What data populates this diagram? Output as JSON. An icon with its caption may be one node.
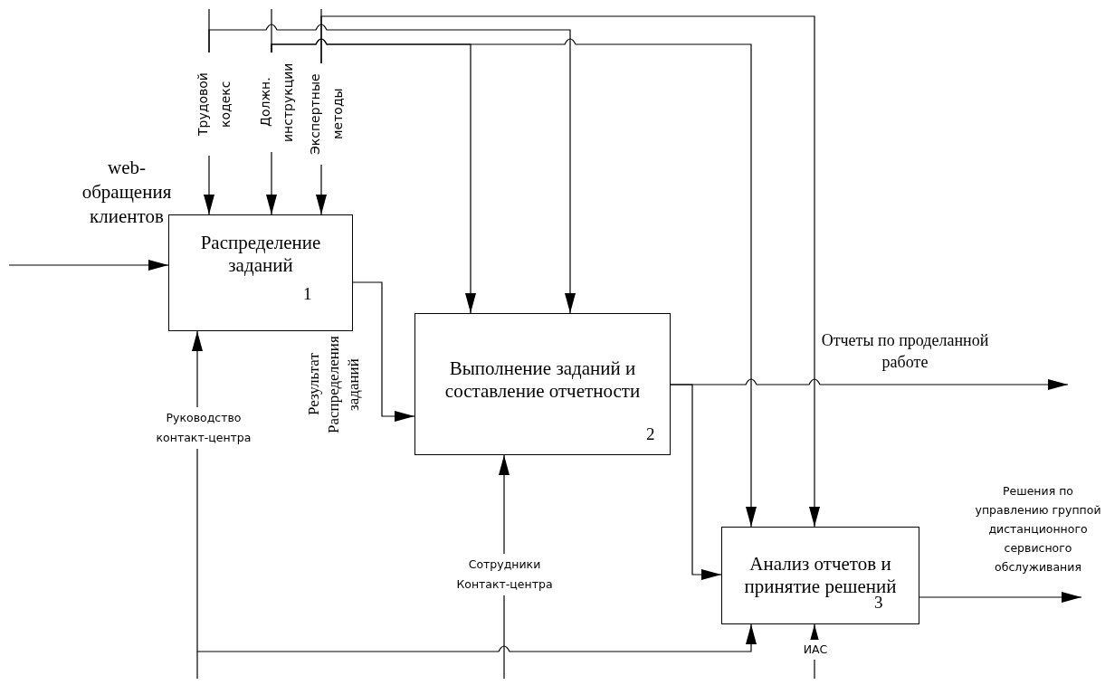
{
  "diagram": {
    "nodes": [
      {
        "text": [
          "Распределение заданий",
          "1"
        ]
      },
      {
        "text": [
          "Выполнение заданий и составление отчетности",
          "2"
        ]
      },
      {
        "text": [
          "Анализ отчетов и принятие решений",
          "3"
        ]
      },
      {
        "text": [
          "Трудовой кодекс"
        ]
      },
      {
        "text": [
          "Должн. инструкции"
        ]
      },
      {
        "text": [
          "Экспертные методы"
        ]
      },
      {
        "text": [
          "Руководство контакт-центра"
        ]
      },
      {
        "text": [
          "Сотрудники Контакт-центра"
        ]
      },
      {
        "text": [
          "ИАС"
        ]
      }
    ],
    "edges": [
      {
        "from": null,
        "to": 0,
        "arrow": "to",
        "label": "web-обращения клиентов"
      },
      {
        "from": 3,
        "to": 0,
        "arrow": "to"
      },
      {
        "from": 4,
        "to": 0,
        "arrow": "to"
      },
      {
        "from": 5,
        "to": 0,
        "arrow": "to"
      },
      {
        "from": 3,
        "to": 1,
        "arrow": "to"
      },
      {
        "from": 4,
        "to": 1,
        "arrow": "to"
      },
      {
        "from": 4,
        "to": 2,
        "arrow": "to"
      },
      {
        "from": 5,
        "to": 2,
        "arrow": "to"
      },
      {
        "from": 0,
        "to": 1,
        "arrow": "to",
        "label": "Результат Распределения заданий"
      },
      {
        "from": 1,
        "to": null,
        "arrow": "to",
        "label": "Отчеты по проделанной работе"
      },
      {
        "from": 1,
        "to": 2,
        "arrow": "to"
      },
      {
        "from": 2,
        "to": null,
        "arrow": "to",
        "label": "Решения по управлению группой дистанционного сервисного обслуживания"
      },
      {
        "from": 6,
        "to": 0,
        "arrow": "to"
      },
      {
        "from": 6,
        "to": 2,
        "arrow": "to"
      },
      {
        "from": 7,
        "to": 1,
        "arrow": "to"
      },
      {
        "from": 8,
        "to": 2,
        "arrow": "to"
      }
    ]
  }
}
